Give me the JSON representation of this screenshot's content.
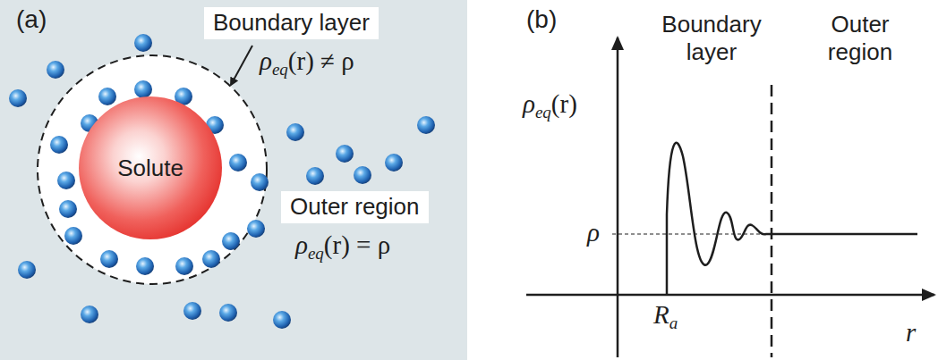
{
  "diagram": {
    "nodes": [
      {
        "text": [
          "Boundary layer"
        ]
      },
      {
        "text": [
          "Solute"
        ]
      },
      {
        "text": [
          "Outer region"
        ]
      }
    ],
    "labels": [
      "(a)",
      "ρ",
      "eq",
      "(r) ≠ ρ",
      "ρ",
      "eq",
      "(r) = ρ",
      "(b)",
      "Boundary layer",
      "Outer region",
      "ρ",
      "eq",
      "(r)",
      "ρ",
      "R",
      "a",
      "r"
    ]
  }
}
